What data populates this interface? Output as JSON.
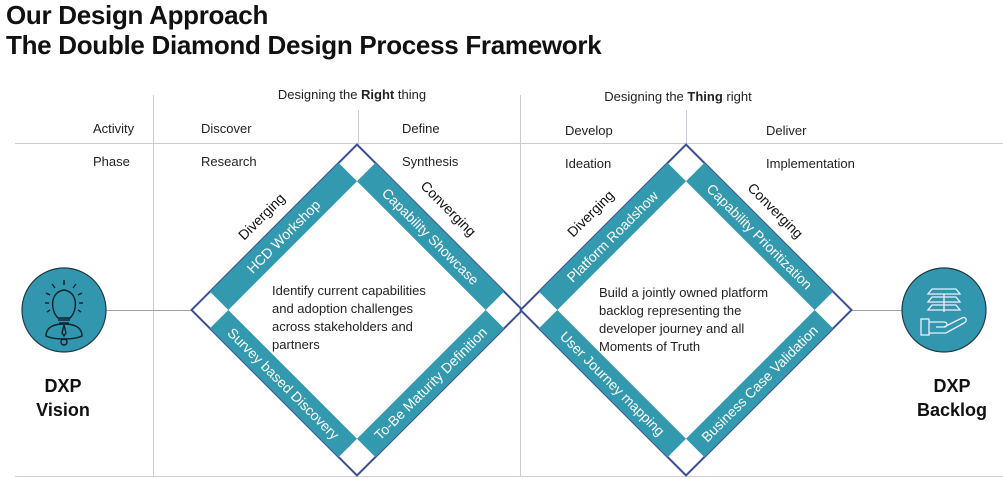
{
  "title": {
    "line1": "Our Design Approach",
    "line2": "The Double Diamond Design Process Framework"
  },
  "headers": {
    "right_thing": {
      "pre": "Designing the ",
      "bold": "Right",
      "post": " thing"
    },
    "thing_right": {
      "pre": "Designing the ",
      "bold": "Thing",
      "post": " right"
    }
  },
  "rows": {
    "activity": "Activity",
    "phase": "Phase"
  },
  "stages": [
    {
      "activity": "Discover",
      "phase": "Research"
    },
    {
      "activity": "Define",
      "phase": "Synthesis"
    },
    {
      "activity": "Develop",
      "phase": "Ideation"
    },
    {
      "activity": "Deliver",
      "phase": "Implementation"
    }
  ],
  "diamonds": [
    {
      "diverging": "Diverging",
      "converging": "Converging",
      "bands": {
        "upper_left": "HCD Workshop",
        "upper_right": "Capability Showcase",
        "lower_left": "Survey based Discovery",
        "lower_right": "To-Be Maturity Definition"
      },
      "description": "Identify current capabilities and adoption challenges across stakeholders and partners"
    },
    {
      "diverging": "Diverging",
      "converging": "Converging",
      "bands": {
        "upper_left": "Platform Roadshow",
        "upper_right": "Capability Prioritization",
        "lower_left": "User Journey mapping",
        "lower_right": "Business Case Validation"
      },
      "description": "Build a jointly owned platform backlog representing the developer journey and all Moments of Truth"
    }
  ],
  "start": {
    "line1": "DXP",
    "line2": "Vision",
    "icon": "lightbulb-person-icon"
  },
  "end": {
    "line1": "DXP",
    "line2": "Backlog",
    "icon": "backlog-hand-icon"
  },
  "colors": {
    "teal": "#3399ae",
    "border": "#3b4f99",
    "grid": "#c8ccd4"
  }
}
